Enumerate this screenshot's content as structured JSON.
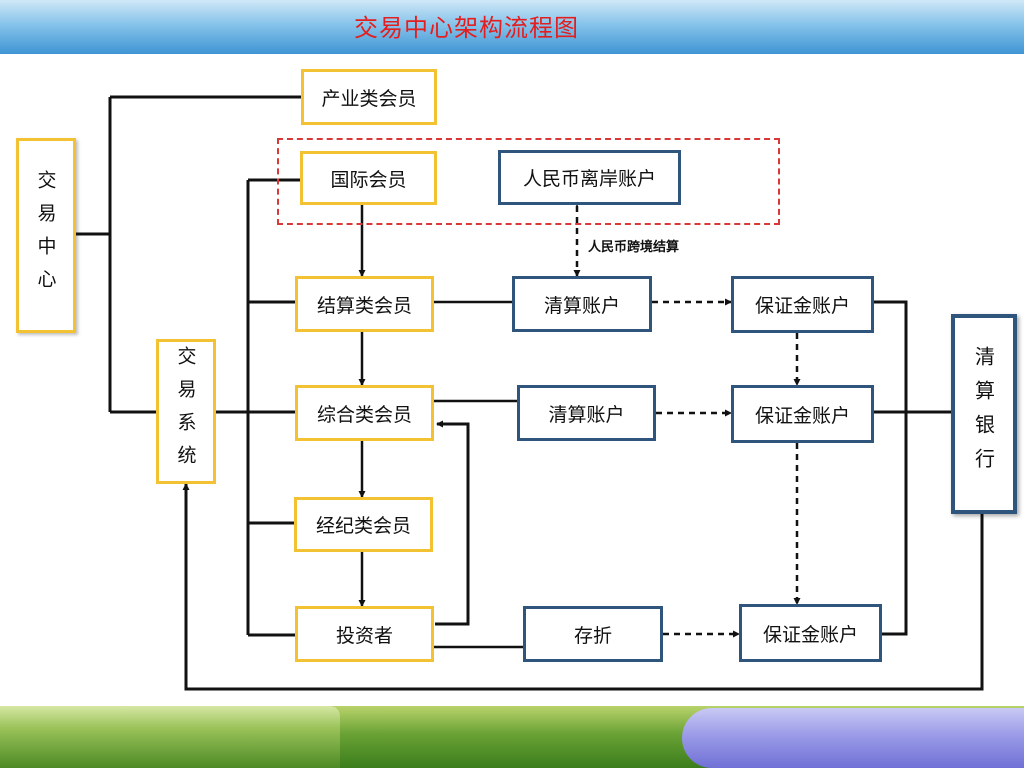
{
  "title": "交易中心架构流程图",
  "nodes": {
    "exchange_center": "交易中心",
    "trading_system": "交易系统",
    "clearing_bank": "清算银行",
    "industry_member": "产业类会员",
    "international_member": "国际会员",
    "rmb_offshore_account": "人民币离岸账户",
    "settlement_member": "结算类会员",
    "comprehensive_member": "综合类会员",
    "broker_member": "经纪类会员",
    "investor": "投资者",
    "clearing_account_1": "清算账户",
    "clearing_account_2": "清算账户",
    "margin_account_1": "保证金账户",
    "margin_account_2": "保证金账户",
    "margin_account_3": "保证金账户",
    "passbook": "存折"
  },
  "edge_labels": {
    "rmb_cross_border": "人民币跨境结算"
  },
  "colors": {
    "title": "#e41e1e",
    "yellow_border": "#f2c233",
    "blue_border": "#2f557d",
    "red_dashed": "#d93838"
  }
}
